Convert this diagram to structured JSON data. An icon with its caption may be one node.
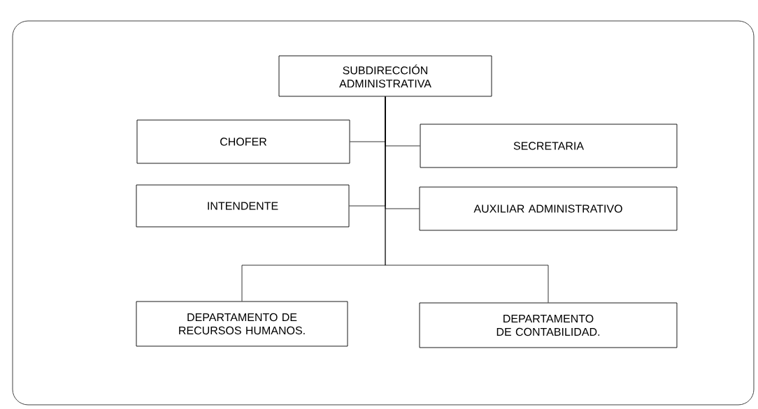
{
  "diagram": {
    "nodes": [
      {
        "text": [
          "SUBDIRECCIÓN ADMINISTRATIVA"
        ]
      },
      {
        "text": [
          "CHOFER"
        ]
      },
      {
        "text": [
          "SECRETARIA"
        ]
      },
      {
        "text": [
          "INTENDENTE"
        ]
      },
      {
        "text": [
          "AUXILIAR ADMINISTRATIVO"
        ]
      },
      {
        "text": [
          "DEPARTAMENTO DE RECURSOS HUMANOS."
        ]
      },
      {
        "text": [
          "DEPARTAMENTO DE CONTABILIDAD."
        ]
      }
    ],
    "edges": [
      {
        "from": 0,
        "to": 1,
        "arrow": "none"
      },
      {
        "from": 0,
        "to": 2,
        "arrow": "none"
      },
      {
        "from": 0,
        "to": 3,
        "arrow": "none"
      },
      {
        "from": 0,
        "to": 4,
        "arrow": "none"
      },
      {
        "from": 0,
        "to": 5,
        "arrow": "none"
      },
      {
        "from": 0,
        "to": 6,
        "arrow": "none"
      }
    ]
  }
}
